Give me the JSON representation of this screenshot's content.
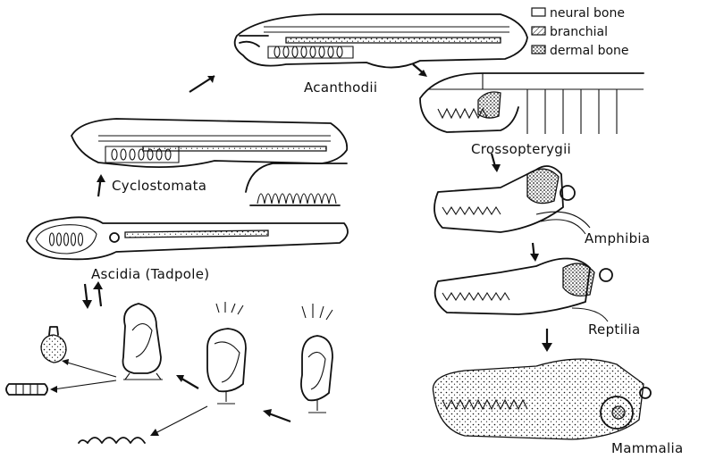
{
  "legend": {
    "neural": "neural bone",
    "branchial": "branchial",
    "dermal": "dermal bone"
  },
  "labels": {
    "acanthodii": "Acanthodii",
    "crossopterygii": "Crossopterygii",
    "cyclostomata": "Cyclostomata",
    "ascidia": "Ascidia (Tadpole)",
    "amphibia": "Amphibia",
    "reptilia": "Reptilia",
    "mammalia": "Mammalia"
  }
}
